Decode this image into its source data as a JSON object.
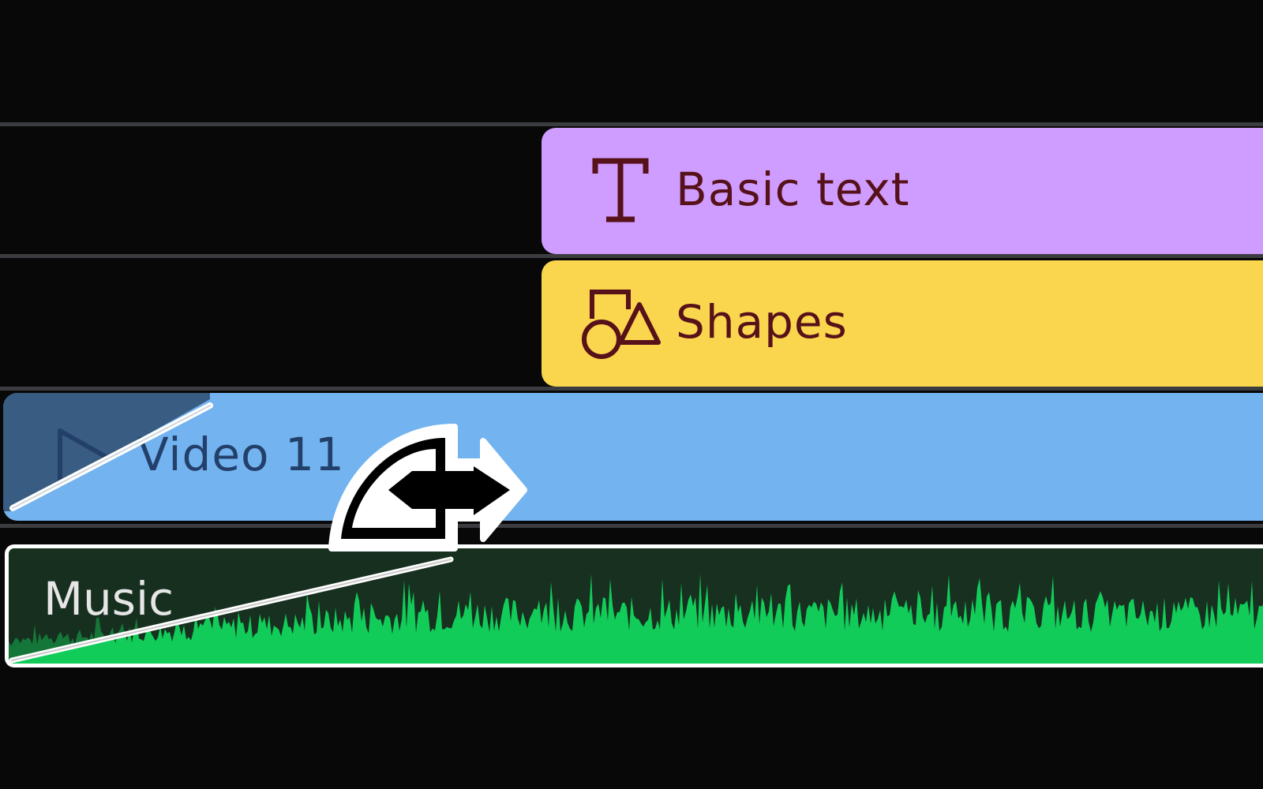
{
  "timeline": {
    "clips": {
      "text": {
        "label": "Basic text",
        "icon": "text-icon",
        "color": "#cf9cff",
        "label_color": "#561119"
      },
      "shapes": {
        "label": "Shapes",
        "icon": "shapes-icon",
        "color": "#fad54e",
        "label_color": "#561119"
      },
      "video": {
        "label": "Video 11",
        "icon": "play-icon",
        "color": "#73b3ef",
        "fade_color": "#395c82",
        "label_color": "#23406b"
      },
      "audio": {
        "label": "Music",
        "icon": "waveform",
        "color": "#17301f",
        "wave_color": "#12cc5a"
      }
    },
    "cursor": {
      "icon": "fade-drag-cursor-icon"
    },
    "colors": {
      "background": "#080808",
      "track_separator": "#3b3c3f",
      "fade_handle": "#ffffff"
    }
  }
}
